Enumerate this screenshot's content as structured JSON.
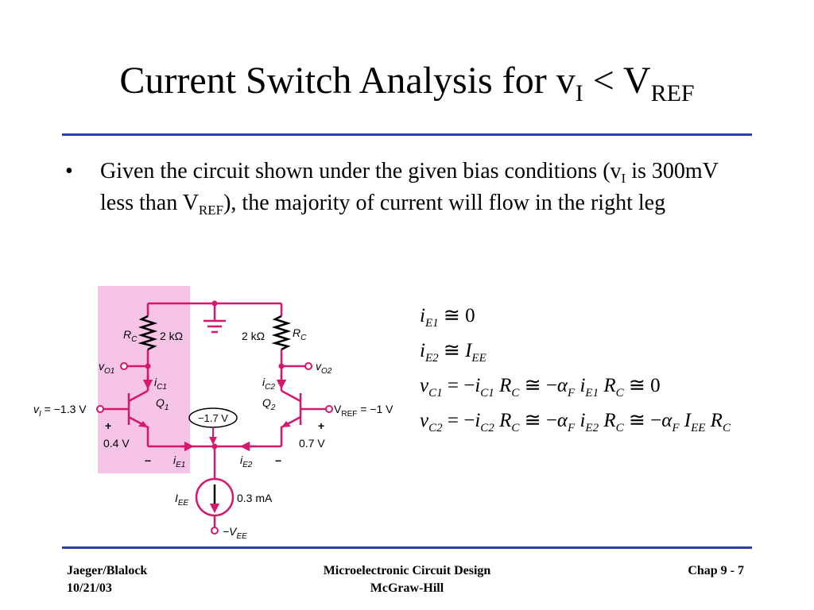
{
  "slide": {
    "title": {
      "text": "Current Switch Analysis for v",
      "sub1": "I",
      "mid": " < V",
      "sub2": "REF"
    },
    "bullet": {
      "marker": "•",
      "part1": "Given the circuit shown under the given bias conditions (v",
      "sub1": "I",
      "part2": " is 300mV less than V",
      "sub2": "REF",
      "part3": "), the majority of current will flow in the right leg"
    }
  },
  "circuit": {
    "colors": {
      "wire": "#d6176e",
      "highlight": "#f6c4e6",
      "ink": "#000000"
    },
    "labels": {
      "rc_left_name": "R",
      "rc_left_sub": "C",
      "rc_left_value": "2 kΩ",
      "rc_right_value": "2 kΩ",
      "rc_right_name": "R",
      "rc_right_sub": "C",
      "vo1": "v",
      "vo1_sub": "O1",
      "vo2": "v",
      "vo2_sub": "O2",
      "ic1": "i",
      "ic1_sub": "C1",
      "ic2": "i",
      "ic2_sub": "C2",
      "q1": "Q",
      "q1_sub": "1",
      "q2": "Q",
      "q2_sub": "2",
      "vi_label": "v",
      "vi_sub": "I",
      "vi_value": " = −1.3 V",
      "vref_label": "V",
      "vref_sub": "REF",
      "vref_value": " = −1 V",
      "plus_left": "+",
      "vbe_left": "0.4 V",
      "minus_left": "−",
      "plus_right": "+",
      "vbe_right": "0.7 V",
      "minus_right": "−",
      "node_voltage": "−1.7 V",
      "ie1": "i",
      "ie1_sub": "E1",
      "ie2": "i",
      "ie2_sub": "E2",
      "iee": "I",
      "iee_sub": "EE",
      "iee_value": "0.3 mA",
      "vee": "−V",
      "vee_sub": "EE"
    }
  },
  "equations": [
    {
      "lhs": "i",
      "lhs_sub": "E1",
      "rest": " ≅ 0"
    },
    {
      "lhs": "i",
      "lhs_sub": "E2",
      "rest": " ≅ ",
      "rhs": "I",
      "rhs_sub": "EE"
    },
    {
      "text": "v_C1 = −i_C1 R_C ≅ −α_F i_E1 R_C ≅ 0"
    },
    {
      "text": "v_C2 = −i_C2 R_C ≅ −α_F i_E2 R_C ≅ −α_F I_EE R_C"
    }
  ],
  "footer": {
    "left_line1": "Jaeger/Blalock",
    "left_line2": "10/21/03",
    "center_line1": "Microelectronic Circuit Design",
    "center_line2": "McGraw-Hill",
    "right": "Chap 9 - 7"
  }
}
